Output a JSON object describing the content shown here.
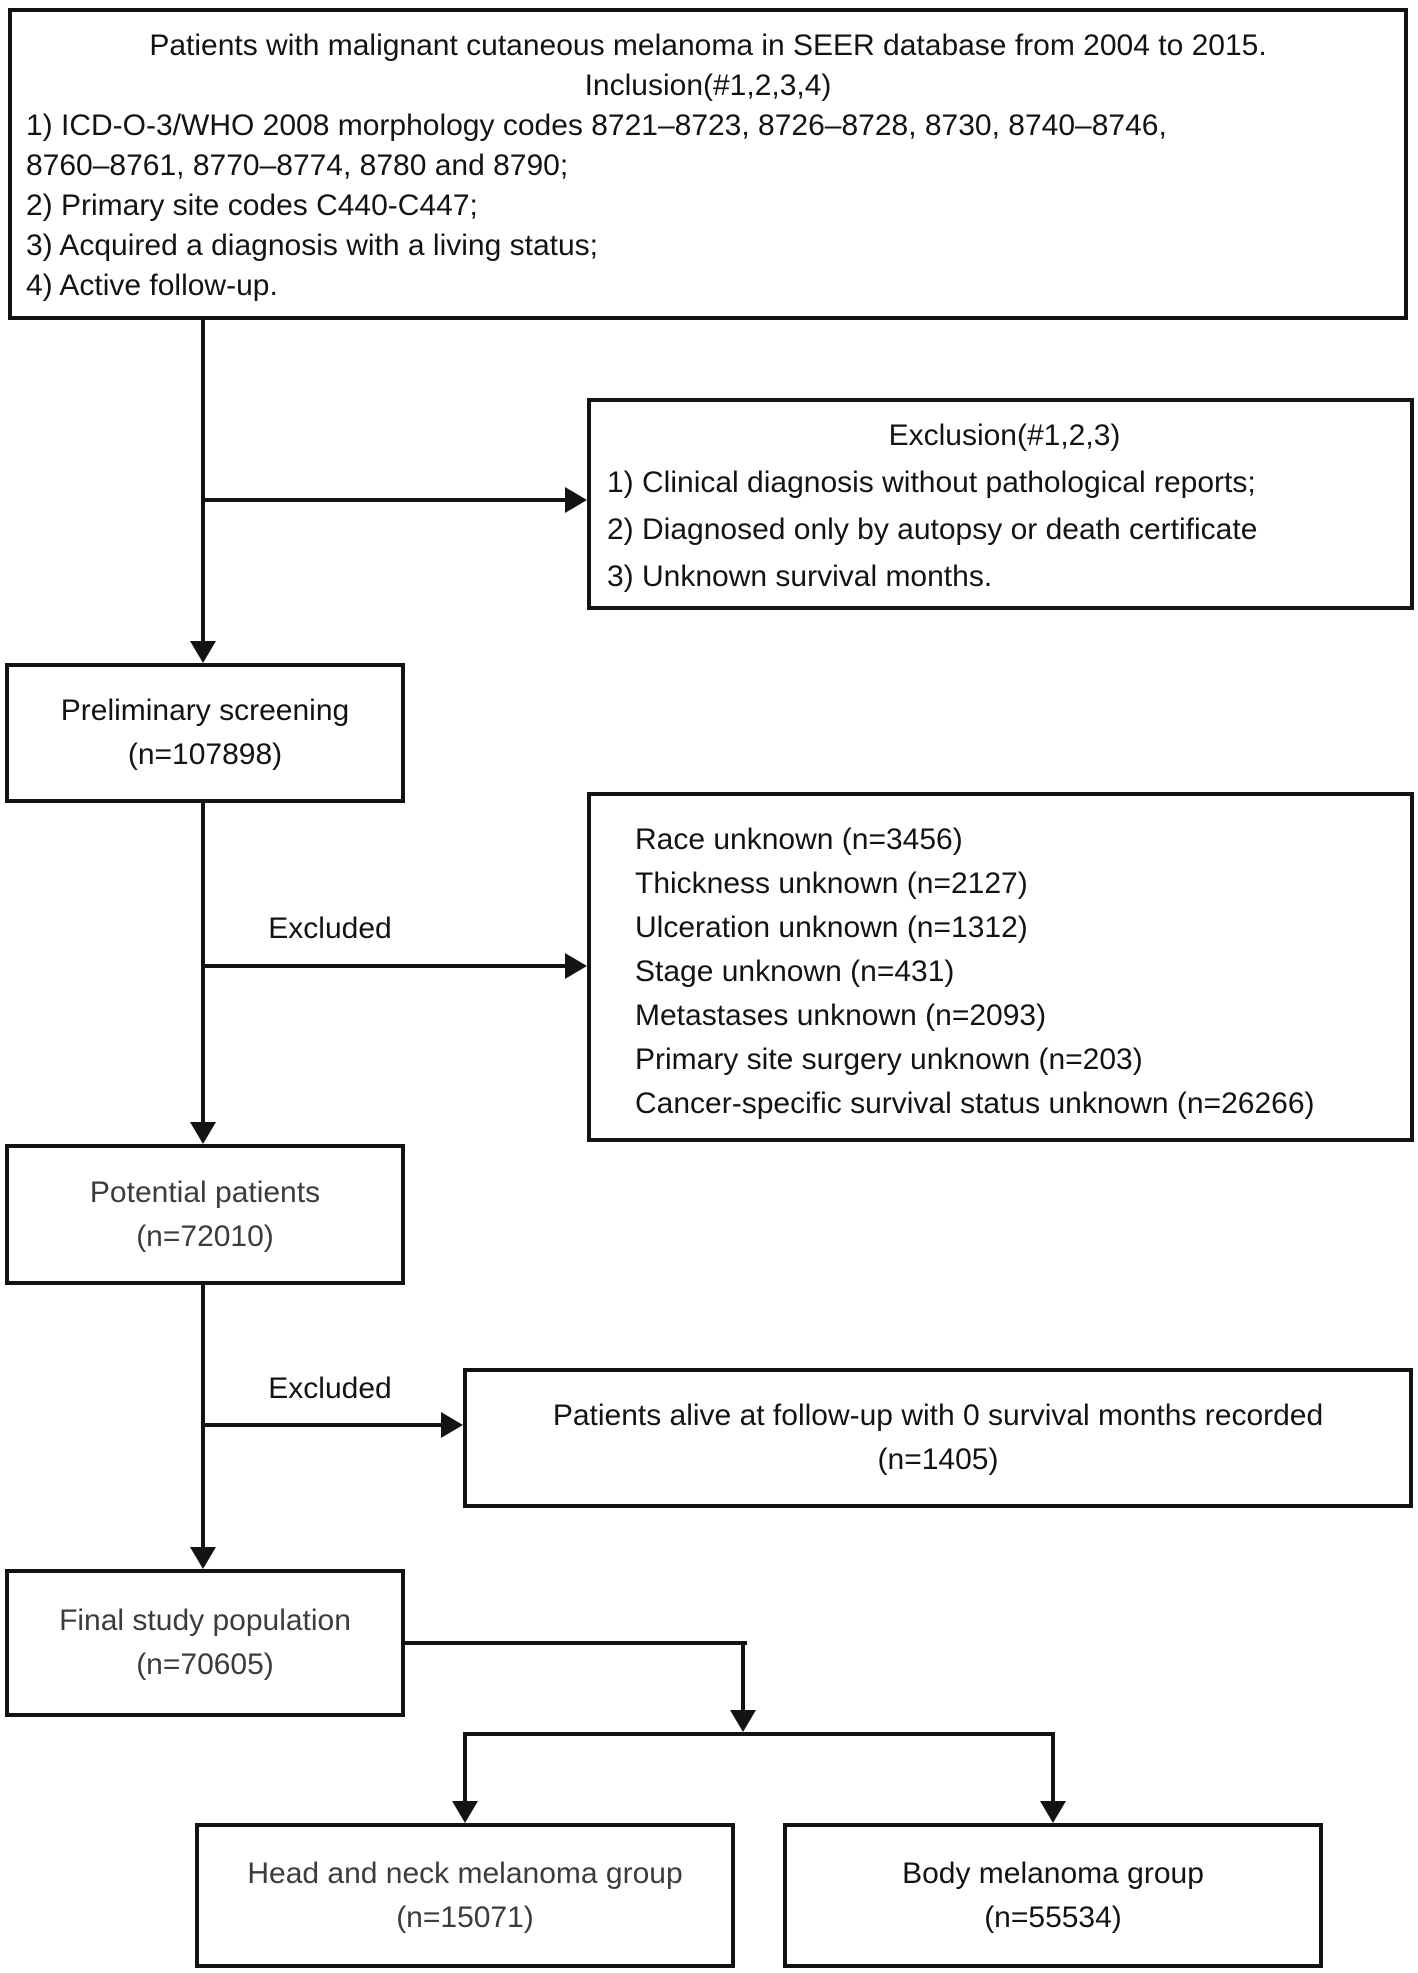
{
  "colors": {
    "background": "#ffffff",
    "line": "#131313",
    "text": "#131313",
    "muted_text": "#3c3c3c"
  },
  "top_box": {
    "lines": [
      "Patients with malignant cutaneous melanoma in SEER database from 2004 to 2015.",
      "Inclusion(#1,2,3,4)",
      "1) ICD-O-3/WHO 2008 morphology codes 8721–8723, 8726–8728, 8730, 8740–8746,",
      "8760–8761, 8770–8774, 8780 and 8790;",
      "2) Primary site codes C440-C447;",
      "3) Acquired a diagnosis with a living status;",
      "4) Active follow-up."
    ]
  },
  "exclusion_box": {
    "title": "Exclusion(#1,2,3)",
    "items": [
      "1) Clinical diagnosis without pathological reports;",
      "2) Diagnosed only by autopsy or death certificate",
      "3) Unknown survival months."
    ]
  },
  "preliminary_box": {
    "label": "Preliminary screening",
    "n": "(n=107898)"
  },
  "excluded_label_1": "Excluded",
  "excluded_reasons_box": {
    "items": [
      "Race unknown (n=3456)",
      "Thickness unknown (n=2127)",
      "Ulceration unknown (n=1312)",
      "Stage unknown (n=431)",
      "Metastases unknown (n=2093)",
      "Primary site surgery unknown (n=203)",
      "Cancer-specific survival status unknown (n=26266)"
    ]
  },
  "potential_box": {
    "label": "Potential patients",
    "n": "(n=72010)"
  },
  "excluded_label_2": "Excluded",
  "alive_box": {
    "line1": "Patients alive at follow-up with 0 survival months recorded",
    "n": "(n=1405)"
  },
  "final_box": {
    "label": "Final study population",
    "n": "(n=70605)"
  },
  "head_neck_box": {
    "label": "Head and neck melanoma group",
    "n": "(n=15071)"
  },
  "body_box": {
    "label": "Body melanoma group",
    "n": "(n=55534)"
  }
}
